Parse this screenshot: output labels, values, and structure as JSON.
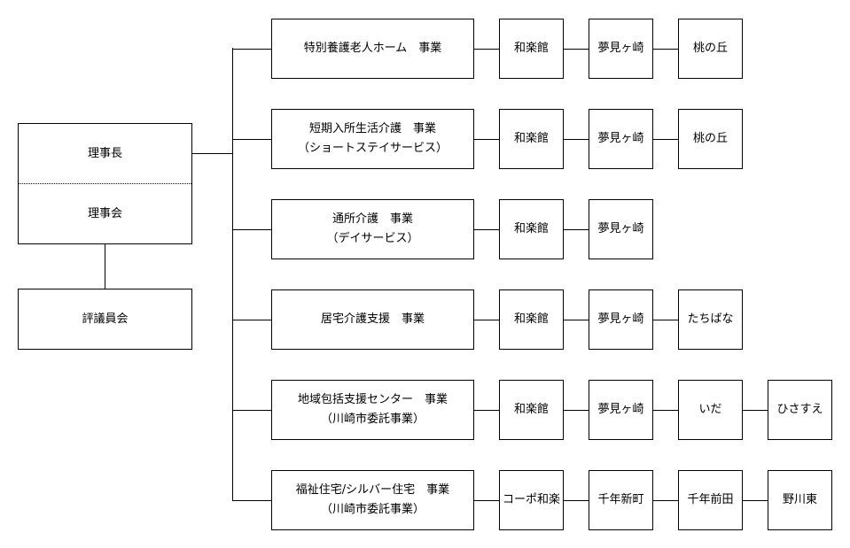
{
  "board": {
    "chair": "理事長",
    "council": "理事会"
  },
  "evaluation": "評議員会",
  "rows": [
    {
      "service_lines": [
        "特別養護老人ホーム　事業"
      ],
      "facilities": [
        "和楽館",
        "夢見ヶ崎",
        "桃の丘"
      ]
    },
    {
      "service_lines": [
        "短期入所生活介護　事業",
        "（ショートステイサービス）"
      ],
      "facilities": [
        "和楽館",
        "夢見ヶ崎",
        "桃の丘"
      ]
    },
    {
      "service_lines": [
        "通所介護　事業",
        "（デイサービス）"
      ],
      "facilities": [
        "和楽館",
        "夢見ヶ崎"
      ]
    },
    {
      "service_lines": [
        "居宅介護支援　事業"
      ],
      "facilities": [
        "和楽館",
        "夢見ヶ崎",
        "たちばな"
      ]
    },
    {
      "service_lines": [
        "地域包括支援センター　事業",
        "（川崎市委託事業）"
      ],
      "facilities": [
        "和楽館",
        "夢見ヶ崎",
        "いだ",
        "ひさすえ"
      ]
    },
    {
      "service_lines": [
        "福祉住宅/シルバー住宅　事業",
        "（川崎市委託事業）"
      ],
      "facilities": [
        "コーポ和楽",
        "千年新町",
        "千年前田",
        "野川東"
      ]
    }
  ]
}
